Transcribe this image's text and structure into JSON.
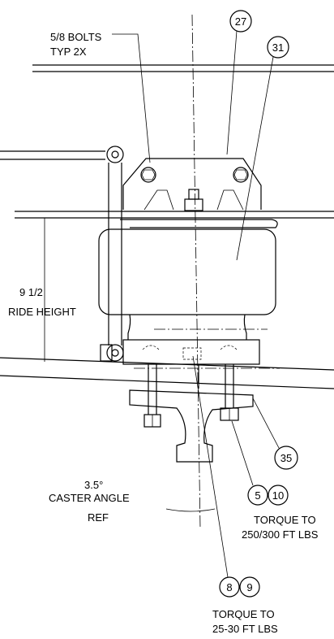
{
  "notes": {
    "bolts_line1": "5/8 BOLTS",
    "bolts_line2": "TYP  2X",
    "ride_line1": "9 1/2",
    "ride_line2": "RIDE HEIGHT",
    "caster_line1": "3.5°",
    "caster_line2": "CASTER ANGLE",
    "caster_line3": "REF",
    "torque_a_line1": "TORQUE TO",
    "torque_a_line2": "250/300 FT LBS",
    "torque_b_line1": "TORQUE TO",
    "torque_b_line2": "25-30  FT LBS"
  },
  "callouts": {
    "c27": "27",
    "c31": "31",
    "c35": "35",
    "c5": "5",
    "c10": "10",
    "c8": "8",
    "c9": "9"
  }
}
